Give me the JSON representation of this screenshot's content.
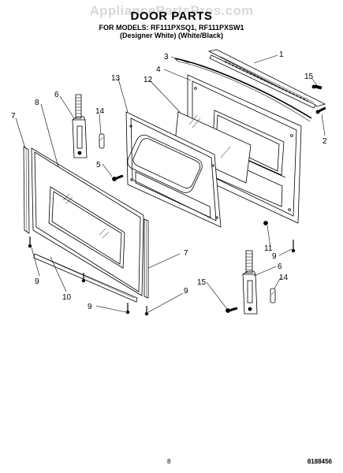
{
  "watermark": "AppliancePartsPros.com",
  "title": "DOOR PARTS",
  "models_line1": "FOR MODELS: RF111PXSQ1, RF111PXSW1",
  "models_line2": "(Designer White) (White/Black)",
  "page_number": "8",
  "doc_code": "8188456",
  "callouts": {
    "c1": "1",
    "c2": "2",
    "c3": "3",
    "c4": "4",
    "c5": "5",
    "c6a": "6",
    "c6b": "6",
    "c7a": "7",
    "c7b": "7",
    "c8": "8",
    "c9a": "9",
    "c9b": "9",
    "c9c": "9",
    "c9d": "9",
    "c10": "10",
    "c11": "11",
    "c12": "12",
    "c13": "13",
    "c14a": "14",
    "c14b": "14",
    "c15a": "15",
    "c15b": "15"
  }
}
